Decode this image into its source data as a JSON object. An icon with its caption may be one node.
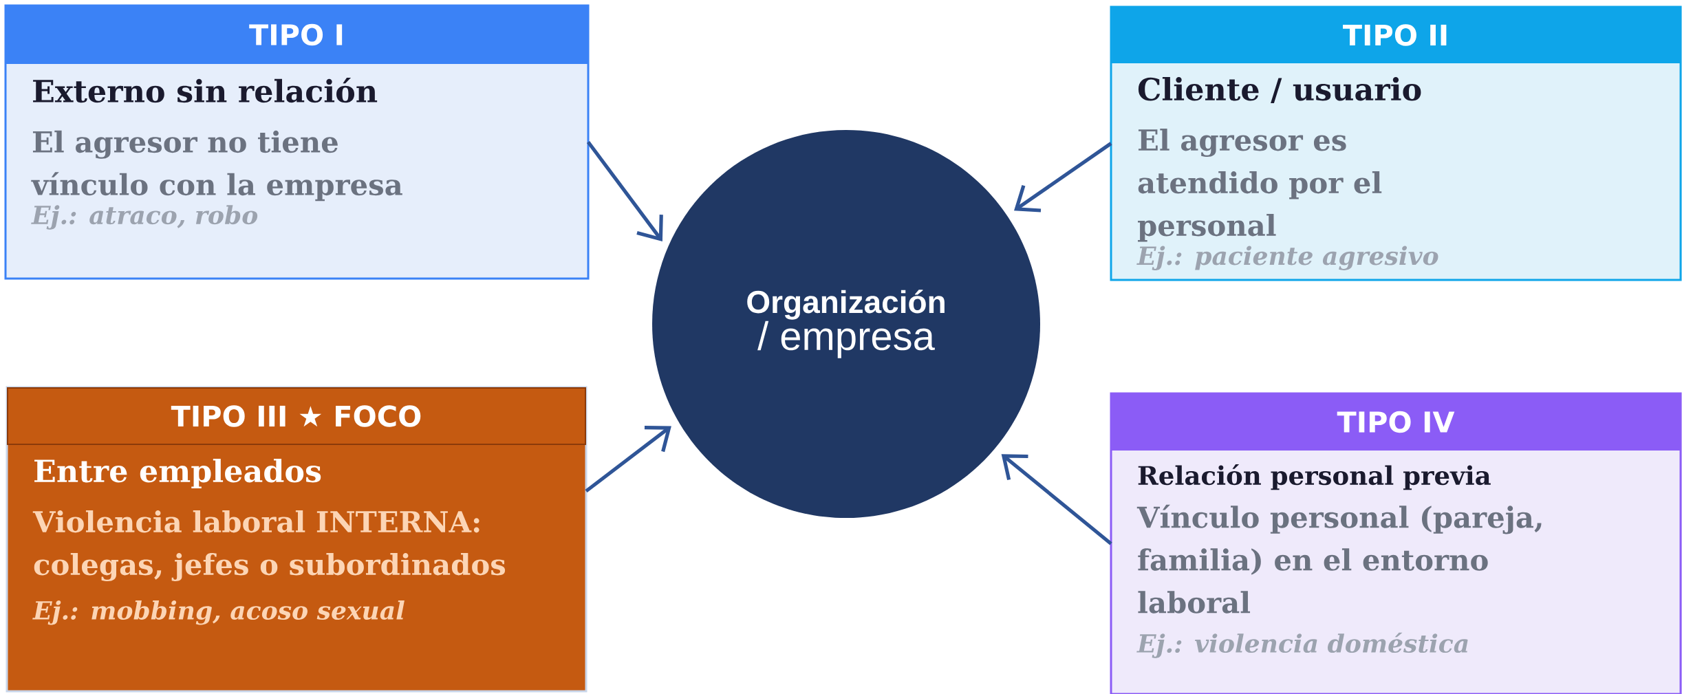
{
  "diagram": {
    "nodes": [
      {
        "text": [
          "TIPO I",
          "Externo sin relación",
          "El agresor no tiene vínculo con la empresa",
          "Ej.: atraco, robo"
        ]
      },
      {
        "text": [
          "TIPO II",
          "Cliente / usuario",
          "El agresor es atendido por el personal",
          "Ej.: paciente agresivo"
        ]
      },
      {
        "text": [
          "Organización",
          "/ empresa"
        ]
      },
      {
        "text": [
          "TIPO III  ★ FOCO",
          "Entre empleados",
          "Violencia laboral INTERNA: colegas, jefes o subordinados",
          "Ej.: mobbing, acoso sexual"
        ]
      },
      {
        "text": [
          "TIPO IV",
          "Relación personal previa",
          "Vínculo personal (pareja, familia) en el entorno laboral",
          "Ej.: violencia doméstica"
        ]
      }
    ],
    "edges": [
      {
        "from": 0,
        "to": 2,
        "arrow": "to"
      },
      {
        "from": 1,
        "to": 2,
        "arrow": "to"
      },
      {
        "from": 3,
        "to": 2,
        "arrow": "to"
      },
      {
        "from": 4,
        "to": 2,
        "arrow": "to"
      }
    ]
  }
}
